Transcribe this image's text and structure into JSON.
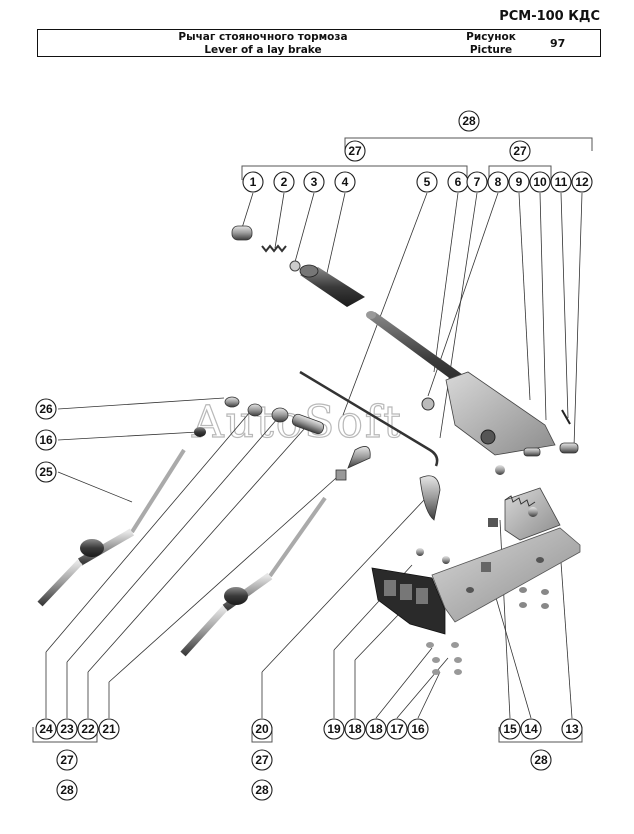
{
  "header": {
    "model": "РСМ-100 КДС",
    "title_ru": "Рычаг стояночного тормоза",
    "title_en": "Lever of a lay brake",
    "picture_ru": "Рисунок",
    "picture_en": "Picture",
    "picture_number": "97"
  },
  "watermark": "AutoSoft",
  "callouts": {
    "c1": "1",
    "c2": "2",
    "c3": "3",
    "c4": "4",
    "c5": "5",
    "c6": "6",
    "c7": "7",
    "c8": "8",
    "c9": "9",
    "c10": "10",
    "c11": "11",
    "c12": "12",
    "c13": "13",
    "c14": "14",
    "c15": "15",
    "c16": "16",
    "c16b": "16",
    "c17": "17",
    "c18": "18",
    "c18b": "18",
    "c19": "19",
    "c20": "20",
    "c21": "21",
    "c22": "22",
    "c23": "23",
    "c24": "24",
    "c25": "25",
    "c26": "26",
    "c27a": "27",
    "c27b": "27",
    "c27c": "27",
    "c27d": "27",
    "c28a": "28",
    "c28b": "28",
    "c28c": "28",
    "c28d": "28"
  }
}
